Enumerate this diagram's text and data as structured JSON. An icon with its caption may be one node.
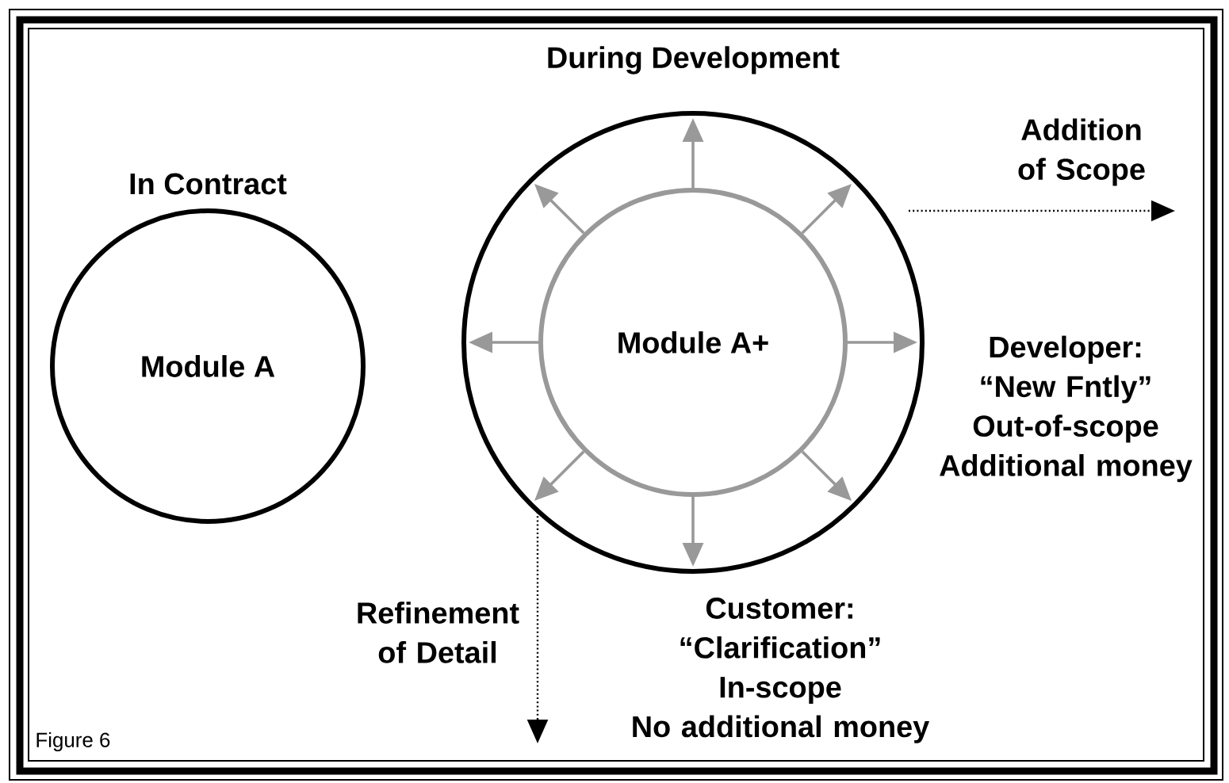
{
  "diagram": {
    "nodes": [
      {
        "text": [
          "In Contract",
          "Module A"
        ]
      },
      {
        "text": [
          "During Development"
        ]
      },
      {
        "text": [
          "Module A+"
        ],
        "in": 1
      }
    ],
    "edges": [
      {
        "from": 2,
        "to": 1,
        "arrow": "to"
      },
      {
        "from": 2,
        "to": 1,
        "arrow": "to"
      },
      {
        "from": 2,
        "to": 1,
        "arrow": "to"
      },
      {
        "from": 2,
        "to": 1,
        "arrow": "to"
      },
      {
        "from": 2,
        "to": 1,
        "arrow": "to"
      },
      {
        "from": 2,
        "to": 1,
        "arrow": "to"
      },
      {
        "from": 2,
        "to": 1,
        "arrow": "to"
      },
      {
        "from": 2,
        "to": 1,
        "arrow": "to"
      }
    ],
    "labels": [
      "Addition of Scope",
      "Developer: “New Fntly” Out-of-scope Additional money",
      "Refinement of Detail",
      "Customer: “Clarification” In-scope No additional money",
      "Figure 6"
    ]
  }
}
